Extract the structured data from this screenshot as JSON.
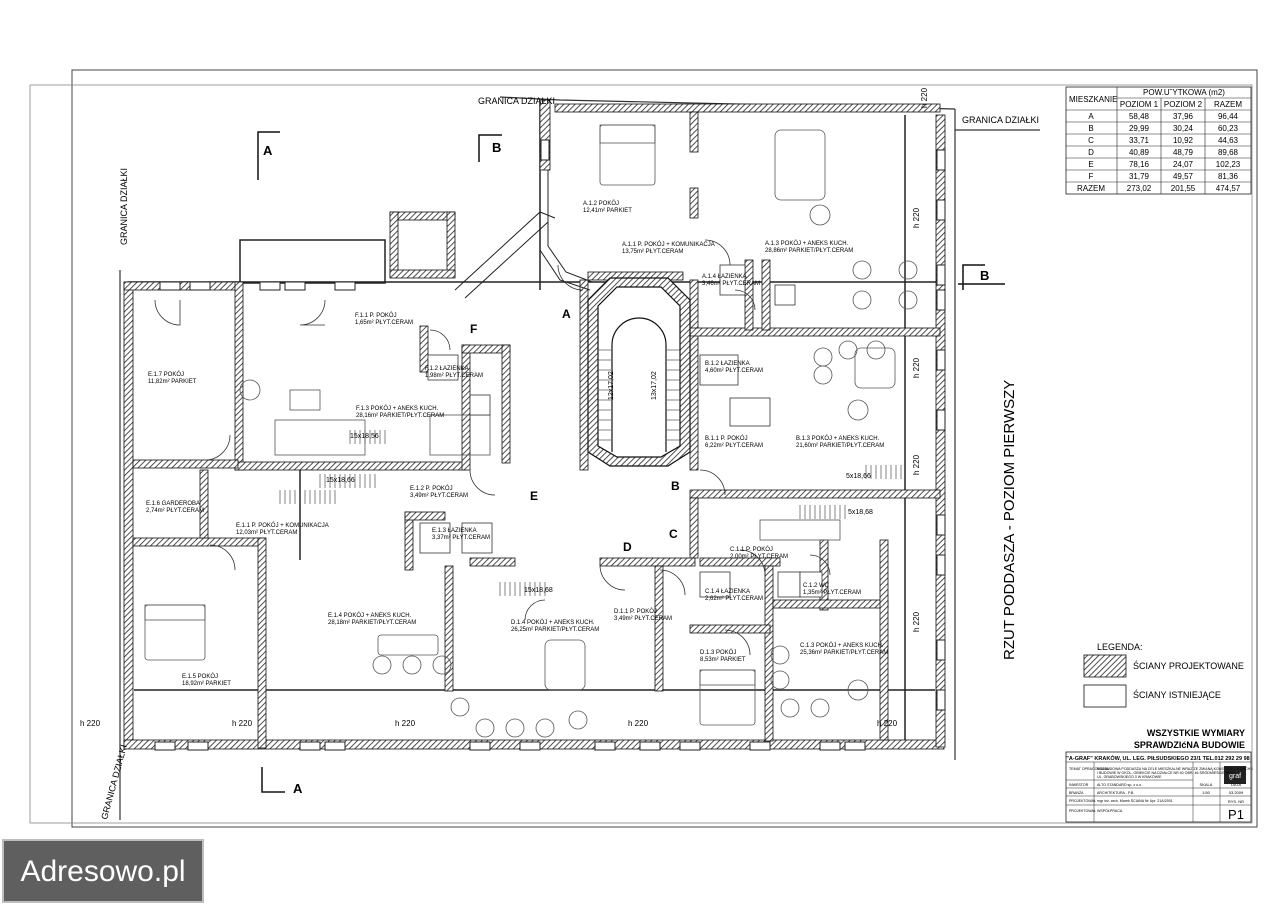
{
  "plan": {
    "title": "RZUT PODDASZA - POZIOM PIERWSZY",
    "boundary_labels": [
      "GRANICA DZIAŁKI",
      "GRANICA DZIAŁKI",
      "GRANICA DZIAŁKI",
      "GRANICA DZIAŁKI"
    ],
    "section_markers": [
      "A",
      "A",
      "B",
      "B"
    ],
    "entrance_letters": [
      "A",
      "B",
      "C",
      "D",
      "E",
      "F"
    ],
    "heights": [
      "h 220",
      "h 220",
      "h 220",
      "h 220",
      "h 220",
      "h 220",
      "h 220",
      "h 220",
      "h 220",
      "h 220"
    ],
    "stairs": [
      "12x17,02\n30",
      "13x17,02\n30",
      "15x18,56\n25",
      "15x18,66\n25",
      "5x18,66\n25",
      "15x18,68\n25",
      "5x18,68\n25"
    ],
    "rooms": [
      {
        "code": "A.1.2",
        "name": "POKÓJ",
        "area": "12,41",
        "finish": "PARKIET"
      },
      {
        "code": "A.1.1",
        "name": "P. POKÓJ + KOMUNIKACJA",
        "area": "13,75",
        "finish": "PŁYT.CERAM"
      },
      {
        "code": "A.1.3",
        "name": "POKÓJ + ANEKS KUCH.",
        "area": "28,86",
        "finish": "PARKIET/PŁYT.CERAM"
      },
      {
        "code": "A.1.4",
        "name": "ŁAZIENKA",
        "area": "3,46",
        "finish": "PŁYT.CERAM"
      },
      {
        "code": "F.1.1",
        "name": "P. POKÓJ",
        "area": "1,65",
        "finish": "PŁYT.CERAM"
      },
      {
        "code": "F.1.2",
        "name": "ŁAZIENKA",
        "area": "1,98",
        "finish": "PŁYT.CERAM"
      },
      {
        "code": "F.1.3",
        "name": "POKÓJ + ANEKS KUCH.",
        "area": "28,16",
        "finish": "PARKIET/PŁYT.CERAM"
      },
      {
        "code": "E.1.7",
        "name": "POKÓJ",
        "area": "11,82",
        "finish": "PARKIET"
      },
      {
        "code": "E.1.6",
        "name": "GARDEROBA",
        "area": "2,74",
        "finish": "PŁYT.CERAM"
      },
      {
        "code": "E.1.1",
        "name": "P. POKÓJ + KOMUNIKACJA",
        "area": "12,03",
        "finish": "PŁYT.CERAM"
      },
      {
        "code": "E.1.2",
        "name": "P. POKÓJ",
        "area": "3,49",
        "finish": "PŁYT.CERAM"
      },
      {
        "code": "E.1.3",
        "name": "ŁAZIENKA",
        "area": "3,37",
        "finish": "PŁYT.CERAM"
      },
      {
        "code": "E.1.4",
        "name": "POKÓJ + ANEKS KUCH.",
        "area": "28,18",
        "finish": "PARKIET/PŁYT.CERAM"
      },
      {
        "code": "E.1.5",
        "name": "POKÓJ",
        "area": "18,92",
        "finish": "PARKIET"
      },
      {
        "code": "D.1.1",
        "name": "P. POKÓJ",
        "area": "3,49",
        "finish": "PŁYT.CERAM"
      },
      {
        "code": "D.1.4",
        "name": "POKÓJ + ANEKS KUCH.",
        "area": "26,25",
        "finish": "PARKIET/PŁYT.CERAM"
      },
      {
        "code": "B.1.2",
        "name": "ŁAZIENKA",
        "area": "4,60",
        "finish": "PŁYT.CERAM"
      },
      {
        "code": "B.1.1",
        "name": "P. POKÓJ",
        "area": "6,22",
        "finish": "PŁYT.CERAM"
      },
      {
        "code": "B.1.3",
        "name": "POKÓJ + ANEKS KUCH.",
        "area": "21,60",
        "finish": "PARKIET/PŁYT.CERAM"
      },
      {
        "code": "C.1.1",
        "name": "P. POKÓJ",
        "area": "2,00",
        "finish": "PŁYT.CERAM"
      },
      {
        "code": "C.1.4",
        "name": "ŁAZIENKA",
        "area": "2,62",
        "finish": "PŁYT.CERAM"
      },
      {
        "code": "C.1.2",
        "name": "WC",
        "area": "1,35",
        "finish": "PŁYT.CERAM"
      },
      {
        "code": "C.1.3",
        "name": "POKÓJ + ANEKS KUCH.",
        "area": "25,36",
        "finish": "PARKIET/PŁYT.CERAM"
      },
      {
        "code": "D.1.3",
        "name": "POKÓJ",
        "area": "8,53",
        "finish": "PARKIET"
      }
    ]
  },
  "area_table": {
    "col_header": "MIESZKANIE",
    "group_header": "POW.U˘YTKOWA (m2)",
    "sub_headers": [
      "POZIOM 1",
      "POZIOM 2",
      "RAZEM"
    ],
    "rows": [
      [
        "A",
        "58,48",
        "37,96",
        "96,44"
      ],
      [
        "B",
        "29,99",
        "30,24",
        "60,23"
      ],
      [
        "C",
        "33,71",
        "10,92",
        "44,63"
      ],
      [
        "D",
        "40,89",
        "48,79",
        "89,68"
      ],
      [
        "E",
        "78,16",
        "24,07",
        "102,23"
      ],
      [
        "F",
        "31,79",
        "49,57",
        "81,36"
      ],
      [
        "RAZEM",
        "273,02",
        "201,55",
        "474,57"
      ]
    ]
  },
  "legend": {
    "title": "LEGENDA:",
    "designed_walls": "ŚCIANY PROJEKTOWANE",
    "existing_walls": "ŚCIANY ISTNIEJĄCE"
  },
  "notes": {
    "line1": "WSZYSTKIE WYMIARY",
    "line2": "SPRAWDZIćNA BUDOWIE"
  },
  "title_block": {
    "firm": "\"A-GRAF\" KRAKÓW, UL. LEG. PIŁSUDSKIEGO 23/1   TEL.012 292 29 98",
    "logo_text": "graf",
    "rows": [
      [
        "TEMAT OPRACOWANIA",
        "ROZBUDOWA PODDASZA NA CELE MIESZKALNE WRAZ ZE ZMIANĄ KONSTRUKCJI DACHU I BUDOWIE W OKOL. OBIEKCIE NA DZIAŁCE NR 40 OBR. 46 ŚRÓDMIEŚCIE PRZY UL. GRABOWSKIEGO 3 W KRAKOWIE"
      ],
      [
        "INWESTOR",
        "ALTO STANDARD sp. z o.o."
      ],
      [
        "BRANŻA",
        "ARCHITEKTURA - P.B."
      ],
      [
        "PROJEKTOWAŁ",
        "mgr inż. arch. Marek ŚCIANA   Nr Upr. 21A/2001"
      ],
      [
        "PROJEKTOWAŁ WSPÓŁPRACA",
        ""
      ]
    ],
    "scale_label": "SKALA",
    "scale": "1:50",
    "date_label": "DATA",
    "date": "03.2009",
    "sheet_label": "RYS. NR",
    "sheet": "P1"
  },
  "watermark": "Adresowo.pl"
}
